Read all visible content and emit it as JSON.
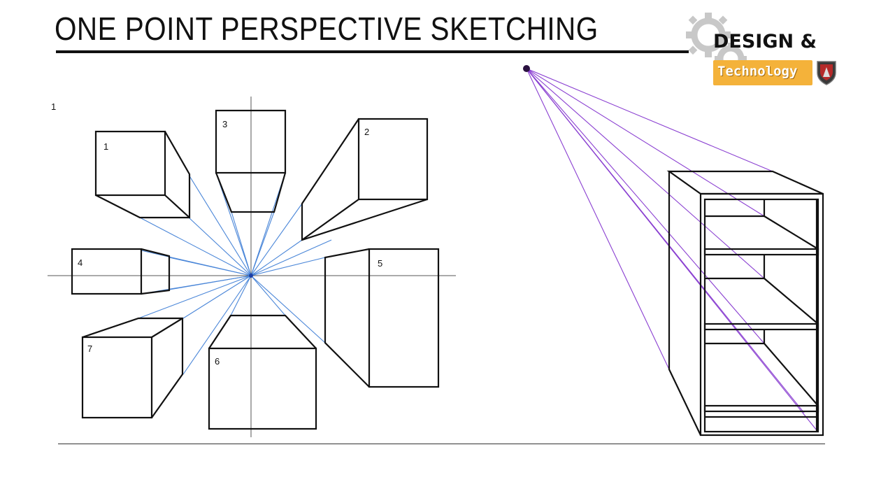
{
  "title": "ONE POINT PERSPECTIVE SKETCHING",
  "page_number": "1",
  "logo": {
    "line1": "DESIGN &",
    "line2": "Technology",
    "gear_icon": "gear-icon",
    "crest_icon": "school-crest-icon",
    "colors": {
      "badge": "#f4b23a",
      "text": "#111111"
    }
  },
  "diagram": {
    "box_labels": [
      "1",
      "2",
      "3",
      "4",
      "5",
      "6",
      "7"
    ],
    "colors": {
      "construction_lines": "#4a86d8",
      "shelf_construction_lines": "#8a3fd1",
      "outline": "#111111",
      "axis": "#555555"
    }
  }
}
